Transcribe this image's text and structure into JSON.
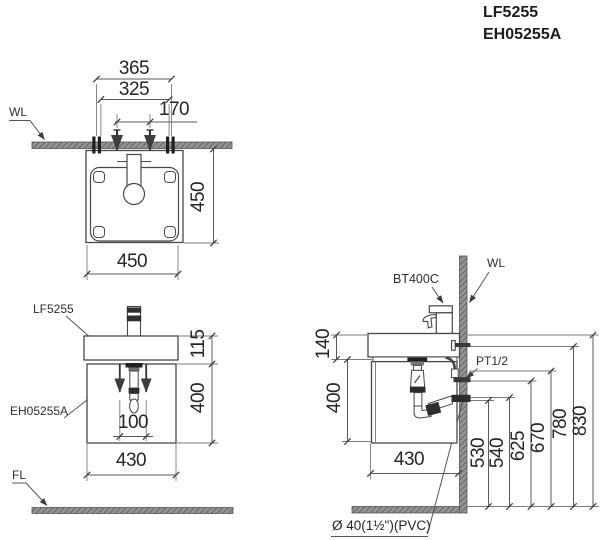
{
  "title": {
    "model_1": "LF5255",
    "model_2": "EH05255A"
  },
  "top_view": {
    "wall_label": "WL",
    "dims": {
      "mount_width": "365",
      "inner_width": "325",
      "faucet_holes": "170",
      "depth": "450",
      "width": "450"
    }
  },
  "front_view": {
    "basin_model": "LF5255",
    "cabinet_model": "EH05255A",
    "floor_label": "FL",
    "dims": {
      "basin_height": "115",
      "cabinet_height": "400",
      "drain_offset": "100",
      "cabinet_width": "430"
    }
  },
  "side_view": {
    "wall_label": "WL",
    "faucet_model": "BT400C",
    "supply_label": "PT1/2",
    "drain_pipe_label": "Ø 40(1½\")(PVC)",
    "dims": {
      "basin_height": "140",
      "cabinet_height": "400",
      "cabinet_depth": "430",
      "heights": [
        "530",
        "540",
        "625",
        "670",
        "780",
        "830"
      ]
    }
  }
}
